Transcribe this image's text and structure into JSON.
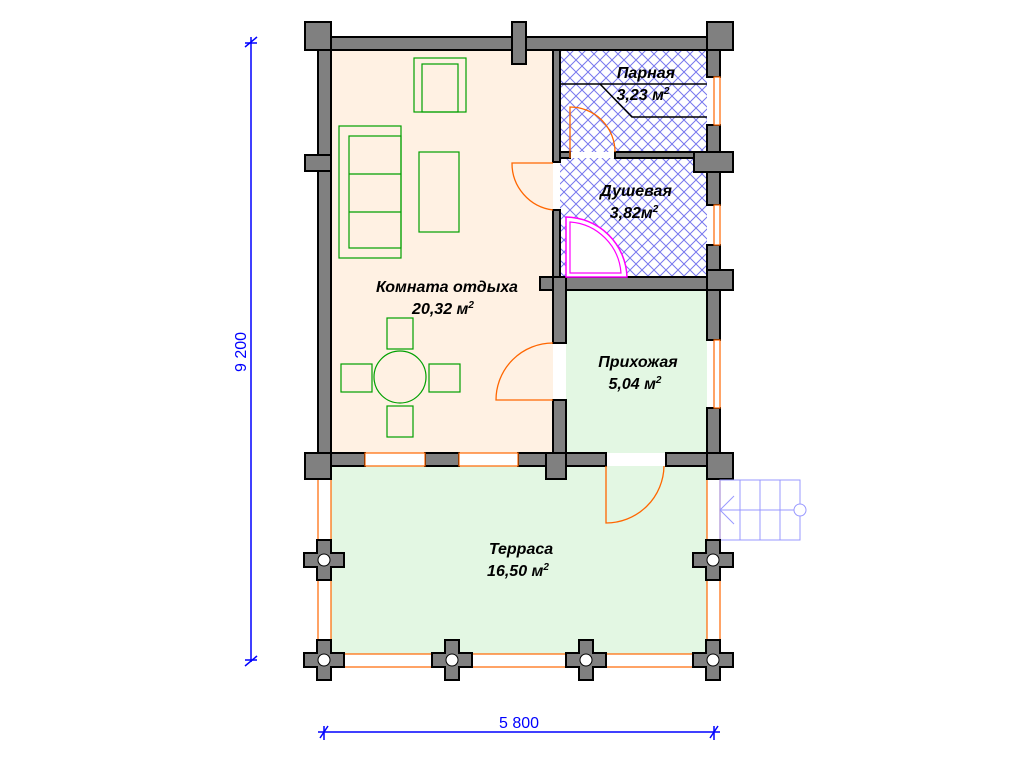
{
  "rooms": {
    "living": {
      "name": "Комната отдыха",
      "area": "20,32 м",
      "sup": "2"
    },
    "steam": {
      "name": "Парная",
      "area": "3,23 м",
      "sup": "2"
    },
    "shower": {
      "name": "Душевая",
      "area": "3,82м",
      "sup": "2"
    },
    "hall": {
      "name": "Прихожая",
      "area": "5,04 м",
      "sup": "2"
    },
    "terrace": {
      "name": "Терраса",
      "area": "16,50 м",
      "sup": "2"
    }
  },
  "dimensions": {
    "height": "9 200",
    "width": "5 800"
  },
  "colors": {
    "wall": "#808080",
    "living": "#fff1e3",
    "green": "#e3f7e3",
    "wet": "#6666ee",
    "door": "#ff6600",
    "furniture": "#00a000",
    "dimension": "#0000ff"
  }
}
